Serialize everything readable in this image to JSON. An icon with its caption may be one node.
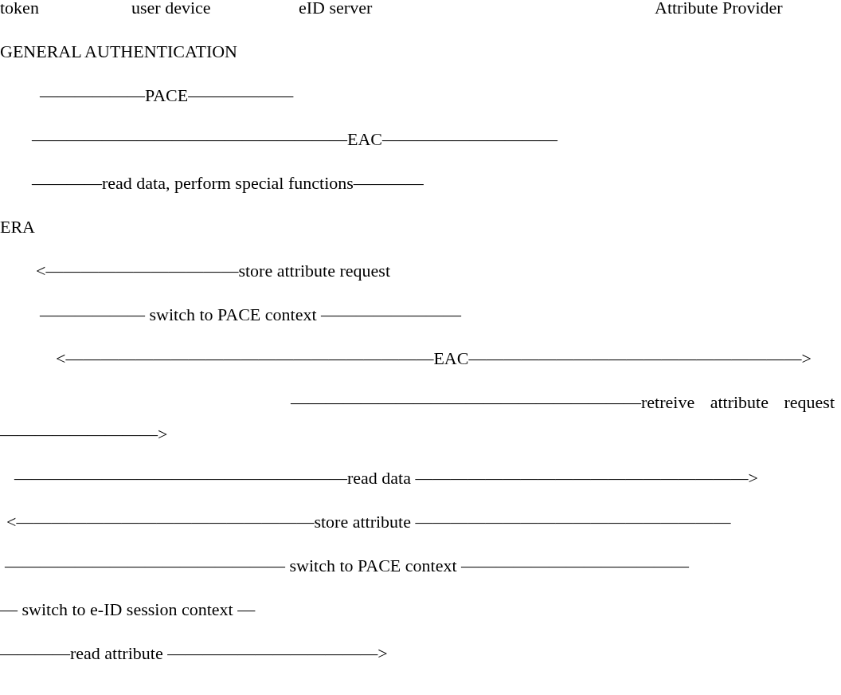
{
  "diagram": {
    "labels": [
      "token",
      "user device",
      "eID server",
      "Attribute Provider",
      "GENERAL AUTHENTICATION",
      "——————PACE——————",
      "——————————————————EAC——————————",
      "————read data, perform special functions————",
      "ERA",
      "<———————————store attribute request",
      "—————— switch to PACE context ————————",
      "<—————————————————————EAC———————————————————>",
      "————————————————————retreive  attribute request—————————>",
      "———————————————————read data ———————————————————>",
      "<—————————————————store attribute ——————————————————",
      "———————————————— switch to PACE context —————————————",
      "— switch to e-ID session context —",
      "————read attribute ————————————>"
    ]
  }
}
